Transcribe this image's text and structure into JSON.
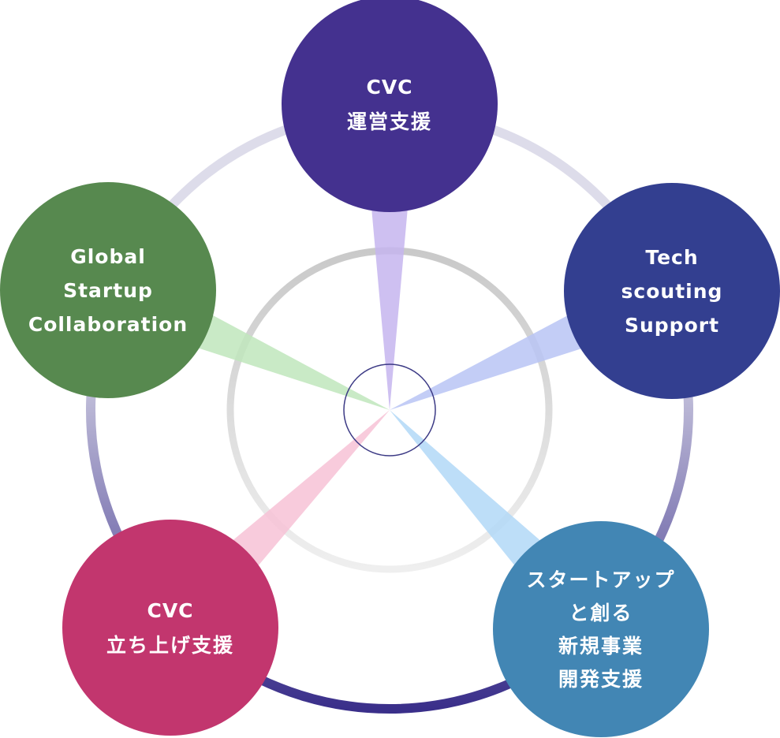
{
  "diagram": {
    "nodes": [
      {
        "id": "cvc-operation",
        "lines": [
          "CVC",
          "運営支援"
        ],
        "color": "#44318f"
      },
      {
        "id": "tech-scouting",
        "lines": [
          "Tech",
          "scouting",
          "Support"
        ],
        "color": "#333f90"
      },
      {
        "id": "startup-new-business",
        "lines": [
          "スタートアップ",
          "と創る",
          "新規事業",
          "開発支援"
        ],
        "color": "#4286b4"
      },
      {
        "id": "cvc-launch",
        "lines": [
          "CVC",
          "立ち上げ支援"
        ],
        "color": "#c2366e"
      },
      {
        "id": "global-startup",
        "lines": [
          "Global",
          "Startup",
          "Collaboration"
        ],
        "color": "#57894f"
      }
    ],
    "ray_colors": [
      "#c5b5ee",
      "#b8c4f5",
      "#b2d8f7",
      "#f7c2d6",
      "#bfe6bc"
    ],
    "colors": {
      "outer_ring_light": "#dddcea",
      "outer_ring_dark": "#3a2f8a",
      "middle_ring": "#d9d9d9",
      "hub_ring": "#3c3a85"
    }
  }
}
